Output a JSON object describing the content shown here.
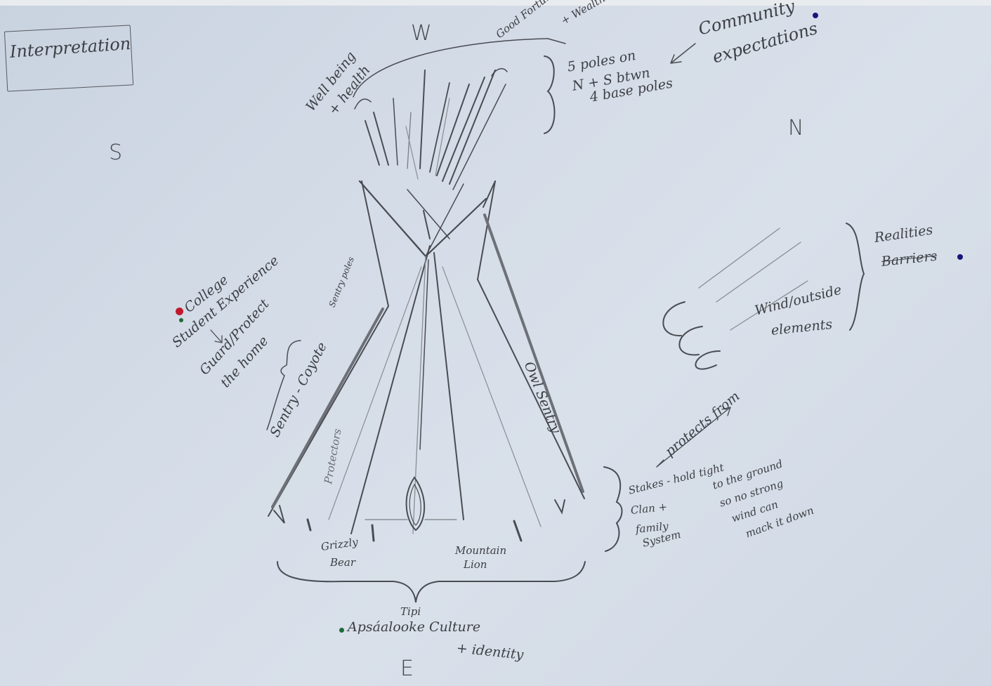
{
  "compass": {
    "west": "W",
    "south": "S",
    "north": "N",
    "east": "E"
  },
  "labels": {
    "interpretation": "Interpretation",
    "good_fortune_line1": "Good Fortune",
    "good_fortune_line2": "+ Wealth",
    "wellbeing_line1": "Well being",
    "wellbeing_line2": "+ health",
    "poles_line1": "5 poles on",
    "poles_line2": "N + S btwn",
    "poles_line3": "4 base poles",
    "community_line1": "Community",
    "community_line2": "expectations",
    "realities": "Realities",
    "barriers": "Barriers",
    "wind_line1": "Wind/outside",
    "wind_line2": "elements",
    "college": "College",
    "student_line1": "Student Experience",
    "guard_line1": "Guard/Protect",
    "guard_line2": "the home",
    "sentry_coyote": "Sentry - Coyote",
    "sentry_poles": "Sentry poles",
    "owl_sentry": "Owl Sentry",
    "protectors": "Protectors",
    "protects_from": "protects from",
    "stakes_line1": "Stakes - hold tight",
    "stakes_line2": "to the ground",
    "stakes_line3": "so no strong",
    "stakes_line4": "wind can",
    "stakes_line5": "mack it down",
    "clan_line1": "Clan +",
    "clan_line2": "family",
    "clan_line3": "System",
    "grizzly_line1": "Grizzly",
    "grizzly_line2": "Bear",
    "mountain_line1": "Mountain",
    "mountain_line2": "Lion",
    "tipi": "Tipi",
    "culture_line1": "Apsáalooke Culture",
    "culture_line2": "+ identity"
  },
  "colors": {
    "paper": "#d3dbe6",
    "pencil": "#3d3f44",
    "red_dot": "#c0192b",
    "green_dot": "#1d6a3a",
    "blue_dot": "#15157a"
  }
}
